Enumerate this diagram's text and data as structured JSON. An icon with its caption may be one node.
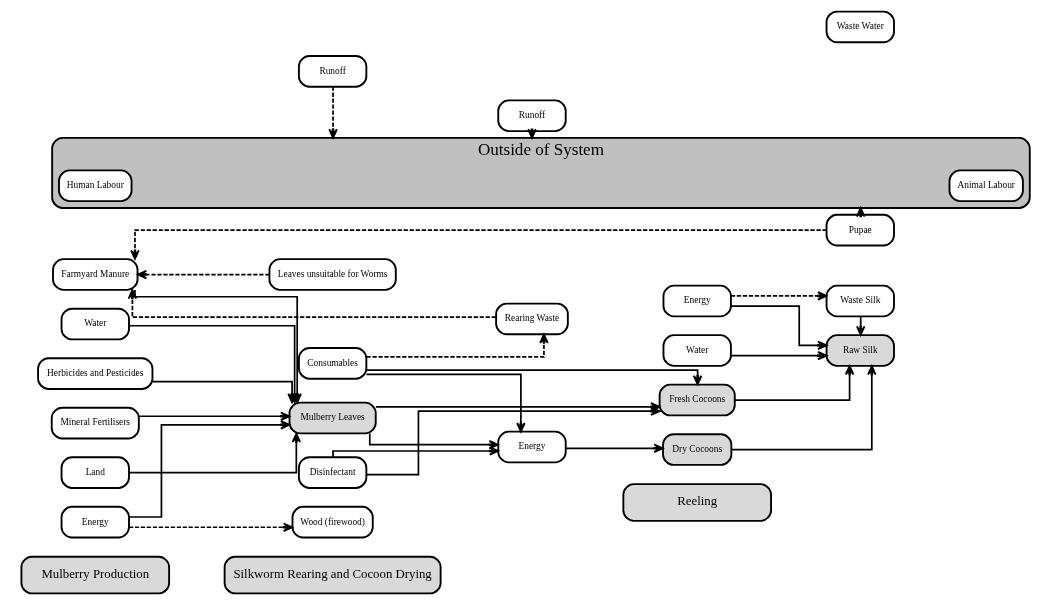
{
  "diagram": {
    "nodes": [
      {
        "text": [
          "Mulberry Production"
        ]
      },
      {
        "text": [
          "Silkworm Rearing and Cocoon Drying"
        ]
      },
      {
        "text": [
          "Reeling"
        ]
      },
      {
        "text": [
          "Land"
        ]
      },
      {
        "text": [
          "Water"
        ]
      },
      {
        "text": [
          "Energy"
        ]
      },
      {
        "text": [
          "Herbicides and Pesticides"
        ]
      },
      {
        "text": [
          "Mineral Fertilisers"
        ]
      },
      {
        "text": [
          "Farmyard Manure"
        ]
      },
      {
        "text": [
          "Mulberry Leaves"
        ]
      },
      {
        "text": [
          "Disinfectant"
        ]
      },
      {
        "text": [
          "Consumables"
        ]
      },
      {
        "text": [
          "Energy"
        ]
      },
      {
        "text": [
          "Fresh Cocoons"
        ]
      },
      {
        "text": [
          "Dry Cocoons"
        ]
      },
      {
        "text": [
          "Energy"
        ]
      },
      {
        "text": [
          "Water"
        ]
      },
      {
        "text": [
          "Raw Silk"
        ]
      },
      {
        "text": [
          "Wood (firewood)"
        ]
      },
      {
        "text": [
          "Leaves unsuitable for Worms"
        ]
      },
      {
        "text": [
          "Runoff"
        ]
      },
      {
        "text": [
          "Rearing Waste"
        ]
      },
      {
        "text": [
          "Runoff"
        ]
      },
      {
        "text": [
          "Waste Silk"
        ]
      },
      {
        "text": [
          "Waste Water"
        ]
      },
      {
        "text": [
          "Pupae"
        ]
      },
      {
        "text": [
          "Outside of System"
        ]
      },
      {
        "text": [
          "Animal Labour"
        ],
        "in": 26
      },
      {
        "text": [
          "Human Labour"
        ],
        "in": 26
      }
    ],
    "edges": [
      {
        "from": 3,
        "to": 9,
        "arrow": "to"
      },
      {
        "from": 4,
        "to": 9,
        "arrow": "to"
      },
      {
        "from": 5,
        "to": 9,
        "arrow": "to"
      },
      {
        "from": 6,
        "to": 9,
        "arrow": "to"
      },
      {
        "from": 7,
        "to": 9,
        "arrow": "to"
      },
      {
        "from": 8,
        "to": 9,
        "arrow": "to"
      },
      {
        "from": 5,
        "to": 18,
        "arrow": "to",
        "style": "dashed"
      },
      {
        "from": 9,
        "to": 13,
        "arrow": "to"
      },
      {
        "from": 10,
        "to": 13,
        "arrow": "to"
      },
      {
        "from": 11,
        "to": 13,
        "arrow": "to"
      },
      {
        "from": 9,
        "to": 12,
        "arrow": "to"
      },
      {
        "from": 10,
        "to": 12,
        "arrow": "to"
      },
      {
        "from": 11,
        "to": 12,
        "arrow": "to"
      },
      {
        "from": 11,
        "to": 21,
        "arrow": "to",
        "style": "dashed"
      },
      {
        "from": 12,
        "to": 14,
        "arrow": "to"
      },
      {
        "from": 13,
        "to": 17,
        "arrow": "to"
      },
      {
        "from": 14,
        "to": 17,
        "arrow": "to"
      },
      {
        "from": 15,
        "to": 17,
        "arrow": "to"
      },
      {
        "from": 16,
        "to": 17,
        "arrow": "to"
      },
      {
        "from": 15,
        "to": 23,
        "arrow": "to",
        "style": "dashed"
      },
      {
        "from": 23,
        "to": 17,
        "arrow": "to"
      },
      {
        "from": 25,
        "to": 8,
        "arrow": "to",
        "style": "dashed"
      },
      {
        "from": 21,
        "to": 8,
        "arrow": "to",
        "style": "dashed"
      },
      {
        "from": 19,
        "to": 8,
        "arrow": "to",
        "style": "dashed"
      },
      {
        "from": 20,
        "to": 26,
        "arrow": "to",
        "style": "dashed"
      },
      {
        "from": 22,
        "to": 26,
        "arrow": "to",
        "style": "dashed"
      },
      {
        "from": 25,
        "to": 26,
        "arrow": "to",
        "style": "dashed"
      }
    ]
  }
}
